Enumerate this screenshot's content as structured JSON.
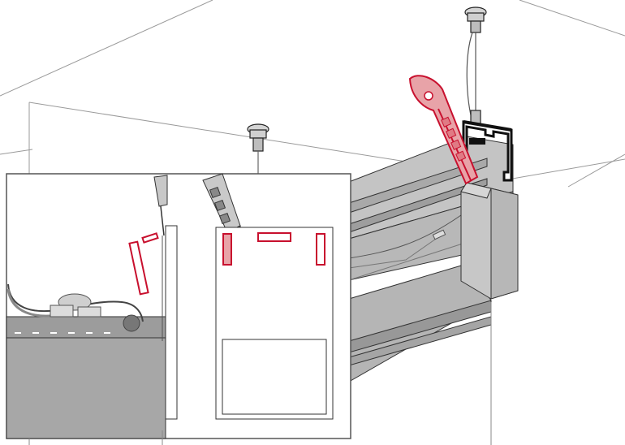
{
  "diagram": {
    "kind": "installation-instruction-illustration",
    "text_labels": [],
    "colors": {
      "background": "#ffffff",
      "line": "#222222",
      "thin_line": "#9a9a9a",
      "housing_light": "#c9c9c9",
      "housing_mid": "#b2b2b2",
      "housing_dark": "#8f8f8f",
      "highlight": "#c8102e",
      "highlight_fill": "#e8a3a8",
      "profile_black": "#111111"
    },
    "parts": {
      "ceiling": "ceiling-plane",
      "suspension_mounts": [
        "ceiling-mount-left",
        "ceiling-mount-right"
      ],
      "housing": "light-fixture-housing",
      "end_cap": "housing-end-cap",
      "profile": "aluminium-profile-cross-section",
      "tool": "utility-knife",
      "detail_inset": "detail-inset-panel",
      "cut_marks": [
        "cut-mark-left-1",
        "cut-mark-left-2",
        "cut-mark-top",
        "cut-mark-side-left",
        "cut-mark-side-right"
      ]
    }
  }
}
